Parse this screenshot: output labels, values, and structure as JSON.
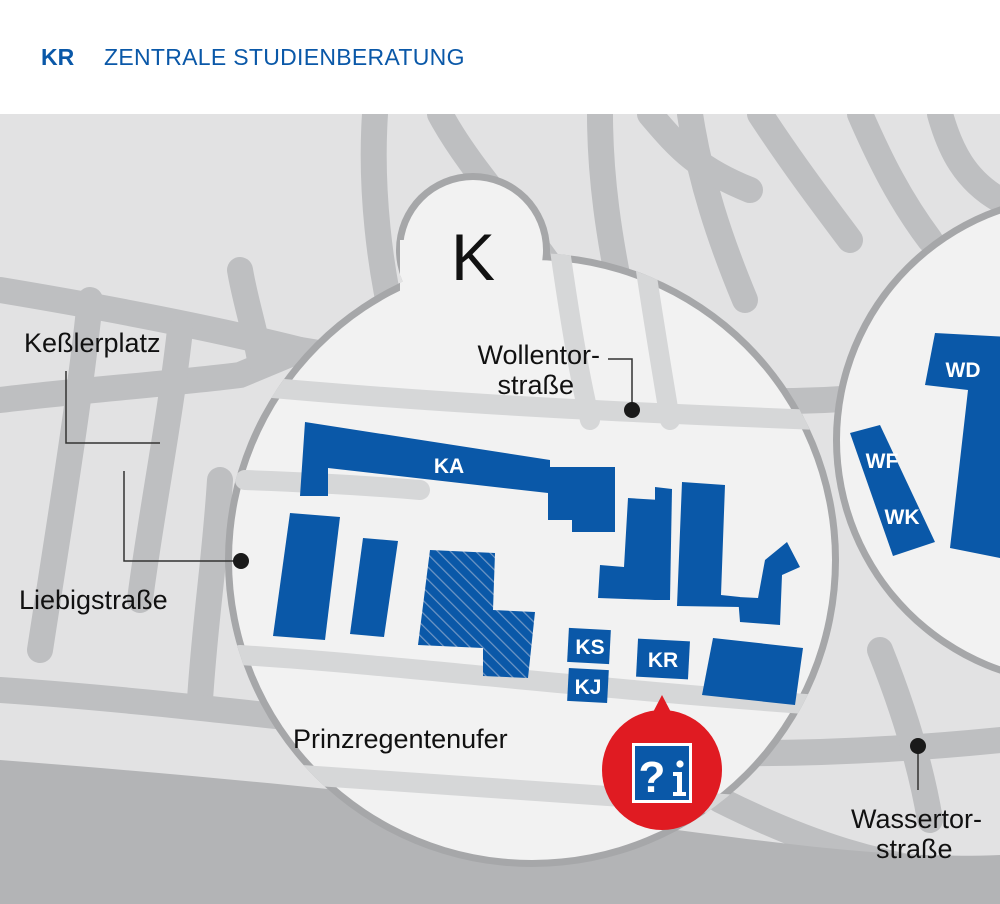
{
  "header": {
    "code": "KR",
    "title": "ZENTRALE STUDIENBERATUNG"
  },
  "map": {
    "area_label": "K",
    "streets": {
      "kesslerplatz": "Keßlerplatz",
      "liebigstrasse": "Liebigstraße",
      "wollentor_line1": "Wollentor-",
      "wollentor_line2": "straße",
      "prinzregentenufer": "Prinzregentenufer",
      "wassertor_line1": "Wassertor-",
      "wassertor_line2": "straße"
    },
    "buildings": {
      "ka": "KA",
      "ks": "KS",
      "kj": "KJ",
      "kr": "KR",
      "wd": "WD",
      "wf": "WF",
      "wk": "WK"
    },
    "info_marker_icon": "question-info-icon",
    "highlighted_building": "KR",
    "colors": {
      "building": "#0a58a8",
      "map_background": "#e2e2e3",
      "roads": "#bebfc1",
      "inset_fill": "#f2f2f2",
      "inset_border": "#a6a7a9",
      "marker": "#e01b22",
      "header_text": "#0a58a8"
    }
  }
}
